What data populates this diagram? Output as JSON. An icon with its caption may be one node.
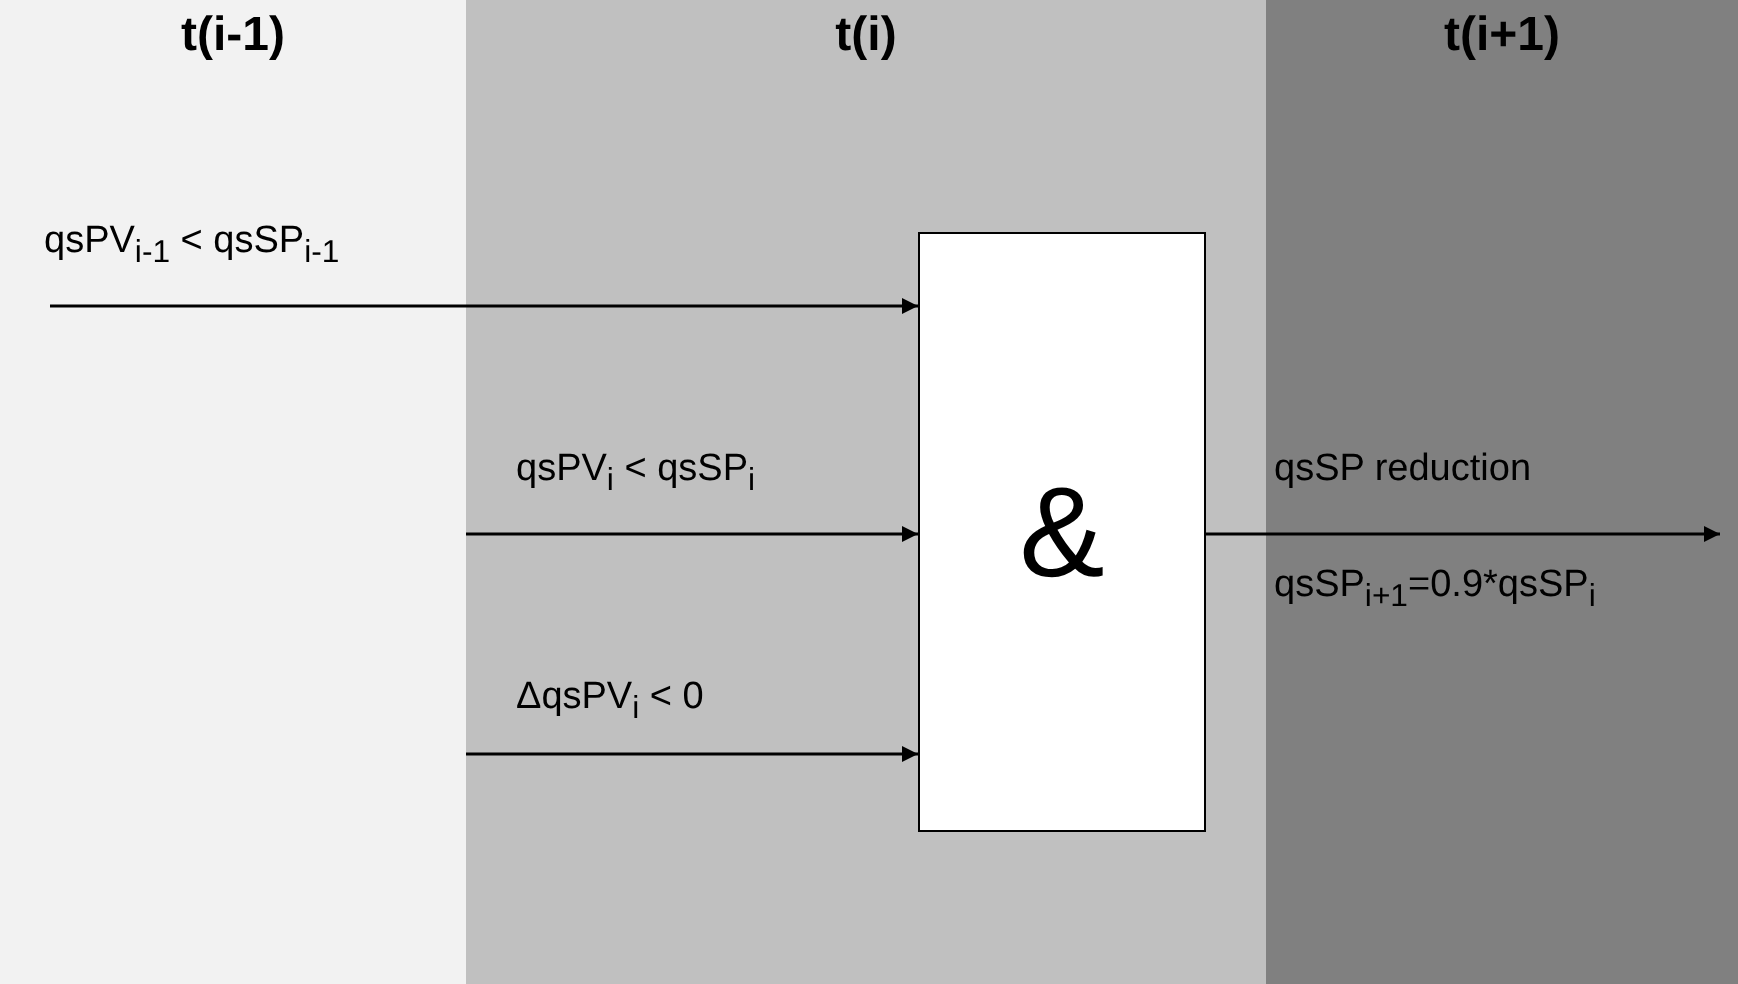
{
  "diagram": {
    "nodes": [
      {
        "text": [
          "t(i-1)"
        ]
      },
      {
        "text": [
          "t(i)"
        ]
      },
      {
        "text": [
          "t(i+1)"
        ]
      },
      {
        "text": [
          "&"
        ],
        "in": 1
      }
    ],
    "edges": [
      {
        "from": 0,
        "to": 3,
        "arrow": "to",
        "label": "qsPV$_{i-1}$ < qsSP$_{i-1}$"
      },
      {
        "from": 1,
        "to": 3,
        "arrow": "to",
        "label": "qsPV$_{i}$ < qsSP$_{i}$"
      },
      {
        "from": 1,
        "to": 3,
        "arrow": "to",
        "label": "ΔqsPV$_{i}$ < 0"
      },
      {
        "from": 3,
        "to": 2,
        "arrow": "to",
        "label": "qsSP reduction"
      }
    ],
    "labels": [
      "qsSP$_{i+1}$=0.9*qsSP$_{i}$"
    ]
  }
}
